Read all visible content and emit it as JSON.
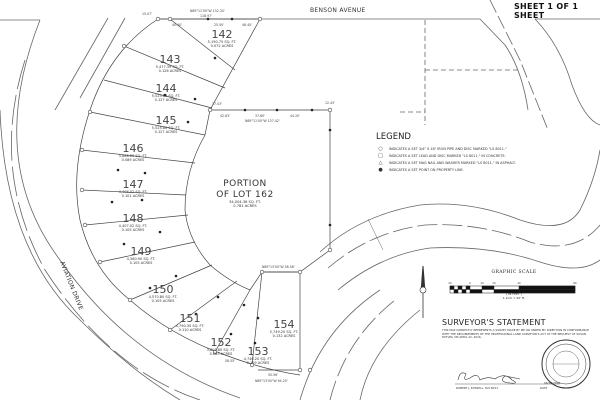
{
  "sheet": {
    "label": "SHEET 1 OF 1 SHEET"
  },
  "streets": {
    "benson": "BENSON AVENUE",
    "aviation": "AVIATION DRIVE"
  },
  "main_lot": {
    "title_line1": "PORTION",
    "title_line2": "OF LOT 162",
    "area_sqft": "34,004.36 SQ. FT.",
    "area_acres": "0.781 ACRES",
    "top_bearing": "N89°11'00\"W  137.42'"
  },
  "lots": [
    {
      "num": "142",
      "sqft": "5,190.75 SQ. FT.",
      "acres": "0.072 ACRES"
    },
    {
      "num": "143",
      "sqft": "5,477.39 SQ. FT.",
      "acres": "0.126 ACRES"
    },
    {
      "num": "144",
      "sqft": "5,525.80 SQ. FT.",
      "acres": "0.127 ACRES"
    },
    {
      "num": "145",
      "sqft": "5,525.80 SQ. FT.",
      "acres": "0.127 ACRES"
    },
    {
      "num": "146",
      "sqft": "3,888.80 SQ. FT.",
      "acres": "0.089 ACRES"
    },
    {
      "num": "147",
      "sqft": "4,408.02 SQ. FT.",
      "acres": "0.101 ACRES"
    },
    {
      "num": "148",
      "sqft": "4,407.02 SQ. FT.",
      "acres": "0.105 ACRES"
    },
    {
      "num": "149",
      "sqft": "4,580.90 SQ. FT.",
      "acres": "0.105 ACRES"
    },
    {
      "num": "150",
      "sqft": "4,570.80 SQ. FT.",
      "acres": "0.105 ACRES"
    },
    {
      "num": "151",
      "sqft": "4,790.30 SQ. FT.",
      "acres": "0.110 ACRES"
    },
    {
      "num": "152",
      "sqft": "3,803.80 SQ. FT.",
      "acres": "0.083 ACRES"
    },
    {
      "num": "153",
      "sqft": "4,740.20 SQ. FT.",
      "acres": "0.109 ACRES"
    },
    {
      "num": "154",
      "sqft": "5,749.20 SQ. FT.",
      "acres": "0.132 ACRES"
    }
  ],
  "dimensions": {
    "top_bearing": "N89°11'00\"W  132.34'",
    "top_sub": "118.97'",
    "d1": "40.40'",
    "d2": "25.50'",
    "d3": "46.40'",
    "d4": "15.07'",
    "d5": "12.43'",
    "d6": "42.63'",
    "d7": "37.60'",
    "d8": "44.20'",
    "d9": "17.03'",
    "bottom_bearing": "N89°13'00\"W  94.20'",
    "b2": "N89°13'00\"W  58.56'",
    "b3": "58.55'",
    "b4": "50.56'"
  },
  "legend": {
    "title": "LEGEND",
    "items": [
      {
        "symbol": "○",
        "text": "INDICATES A SET 3/4\" X 18\" IRON PIPE AND DISC MARKED \"LS 8011.\""
      },
      {
        "symbol": "□",
        "text": "INDICATES A SET LEAD AND DISC MARKED \"LS 8011,\" IN CONCRETE."
      },
      {
        "symbol": "△",
        "text": "INDICATES A SET MAG NAIL AND WASHER MARKED \"LS 8011,\" IN ASPHALT."
      },
      {
        "symbol": "●",
        "text": "INDICATES A SET POINT ON PROPERTY LINE."
      }
    ]
  },
  "scale": {
    "title": "GRAPHIC SCALE",
    "ticks": [
      "20",
      "0",
      "10",
      "20",
      "40",
      "80"
    ],
    "units": "( IN FEET )",
    "ratio": "1 inch = 20' ft."
  },
  "surveyor": {
    "title": "SURVEYOR'S STATEMENT",
    "text": "THIS MAP CORRECTLY REPRESENTS A SURVEY MADE BY ME OR UNDER MY DIRECTION IN CONFORMANCE WITH THE REQUIREMENTS OF THE PROFESSIONAL LAND SURVEYOR'S ACT AT THE REQUEST OF SUSAN POTVIN, ON APRIL 22, 2016.",
    "name": "ROBERT J. RUSSELL, PLS 8011",
    "date_label": "DATE",
    "date": "06/10/2016",
    "seal_text": "PROFESSIONAL LAND SURVEYOR"
  },
  "colors": {
    "line": "#555555",
    "paper": "#ffffff",
    "ink": "#222222"
  }
}
